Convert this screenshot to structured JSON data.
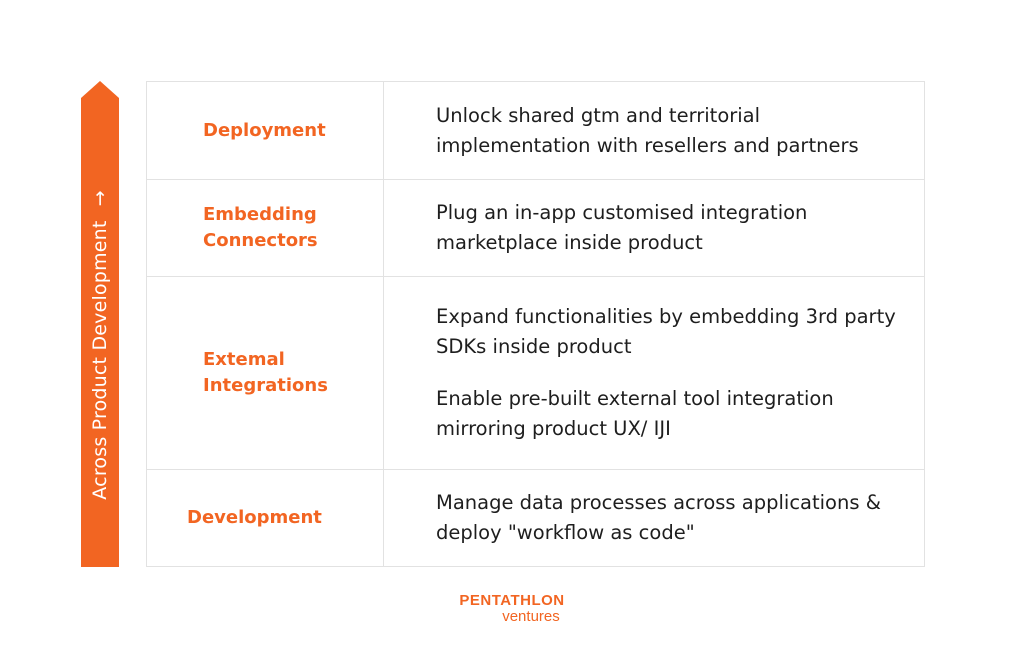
{
  "axis": {
    "label": "Across Product Development",
    "arrow_glyph": "→",
    "color": "#f26522"
  },
  "rows": [
    {
      "stage": [
        "Deployment"
      ],
      "descriptions": [
        "Unlock shared gtm and territorial implementation with resellers and partners"
      ]
    },
    {
      "stage": [
        "Embedding",
        "Connectors"
      ],
      "descriptions": [
        "Plug an in-app customised integration marketplace inside product"
      ]
    },
    {
      "stage": [
        "Extemal",
        "Integrations"
      ],
      "descriptions": [
        "Expand functionalities by embedding 3rd party SDKs inside product",
        "Enable pre-built external tool integration mirroring product UX/ IJI"
      ]
    },
    {
      "stage": [
        "Development"
      ],
      "descriptions": [
        "Manage data processes across applications & deploy \"workflow as code\""
      ]
    }
  ],
  "logo": {
    "main": "PENTATHLON",
    "sub": "ventures"
  }
}
